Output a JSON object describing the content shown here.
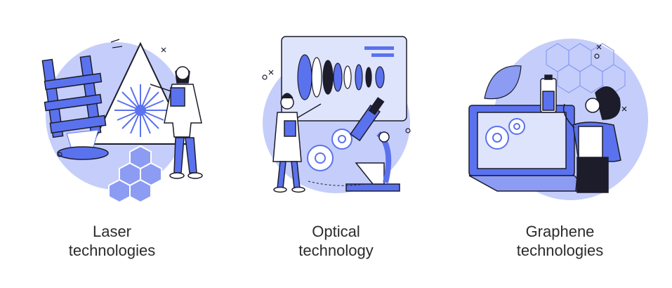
{
  "colors": {
    "accent": "#5b72ee",
    "light": "#c5cefa",
    "mid": "#8c9cf3",
    "ink": "#1c1c2a",
    "caption": "#2b2b2b"
  },
  "panels": [
    {
      "id": "laser",
      "caption_line1": "Laser",
      "caption_line2": "technologies"
    },
    {
      "id": "optical",
      "caption_line1": "Optical",
      "caption_line2": "technology"
    },
    {
      "id": "graphene",
      "caption_line1": "Graphene",
      "caption_line2": "technologies"
    }
  ]
}
